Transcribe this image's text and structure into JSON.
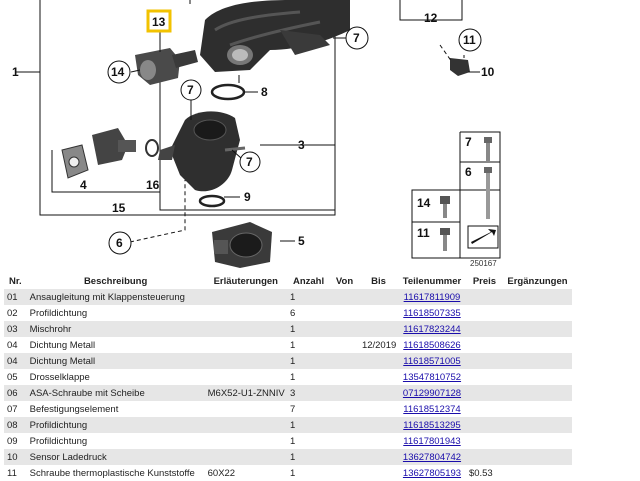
{
  "diagram": {
    "callouts": {
      "n1": "1",
      "n3": "3",
      "n4": "4",
      "n5": "5",
      "n6": "6",
      "n7a": "7",
      "n7b": "7",
      "n7c": "7",
      "n8": "8",
      "n9": "9",
      "n10": "10",
      "n11": "11",
      "n12": "12",
      "n13": "13",
      "n14": "14",
      "n15": "15",
      "n16": "16"
    },
    "bolts": {
      "b7": "7",
      "b6": "6",
      "b14": "14",
      "b11": "11"
    },
    "ref_number": "250167",
    "highlight_color": "#f2c200"
  },
  "table": {
    "headers": {
      "nr": "Nr.",
      "beschreibung": "Beschreibung",
      "erlaeuterungen": "Erläuterungen",
      "anzahl": "Anzahl",
      "von": "Von",
      "bis": "Bis",
      "teilenummer": "Teilenummer",
      "preis": "Preis",
      "ergaenzungen": "Ergänzungen"
    },
    "rows": [
      {
        "nr": "01",
        "beschreibung": "Ansaugleitung mit Klappensteuerung",
        "erlaeuterungen": "",
        "anzahl": "1",
        "von": "",
        "bis": "",
        "teilenummer": "11617811909",
        "preis": "",
        "ergaenzungen": ""
      },
      {
        "nr": "02",
        "beschreibung": "Profildichtung",
        "erlaeuterungen": "",
        "anzahl": "6",
        "von": "",
        "bis": "",
        "teilenummer": "11618507335",
        "preis": "",
        "ergaenzungen": ""
      },
      {
        "nr": "03",
        "beschreibung": "Mischrohr",
        "erlaeuterungen": "",
        "anzahl": "1",
        "von": "",
        "bis": "",
        "teilenummer": "11617823244",
        "preis": "",
        "ergaenzungen": ""
      },
      {
        "nr": "04",
        "beschreibung": "Dichtung Metall",
        "erlaeuterungen": "",
        "anzahl": "1",
        "von": "",
        "bis": "12/2019",
        "teilenummer": "11618508626",
        "preis": "",
        "ergaenzungen": ""
      },
      {
        "nr": "04",
        "beschreibung": "Dichtung Metall",
        "erlaeuterungen": "",
        "anzahl": "1",
        "von": "",
        "bis": "",
        "teilenummer": "11618571005",
        "preis": "",
        "ergaenzungen": ""
      },
      {
        "nr": "05",
        "beschreibung": "Drosselklappe",
        "erlaeuterungen": "",
        "anzahl": "1",
        "von": "",
        "bis": "",
        "teilenummer": "13547810752",
        "preis": "",
        "ergaenzungen": ""
      },
      {
        "nr": "06",
        "beschreibung": "ASA-Schraube mit Scheibe",
        "erlaeuterungen": "M6X52-U1-ZNNIV",
        "anzahl": "3",
        "von": "",
        "bis": "",
        "teilenummer": "07129907128",
        "preis": "",
        "ergaenzungen": ""
      },
      {
        "nr": "07",
        "beschreibung": "Befestigungselement",
        "erlaeuterungen": "",
        "anzahl": "7",
        "von": "",
        "bis": "",
        "teilenummer": "11618512374",
        "preis": "",
        "ergaenzungen": ""
      },
      {
        "nr": "08",
        "beschreibung": "Profildichtung",
        "erlaeuterungen": "",
        "anzahl": "1",
        "von": "",
        "bis": "",
        "teilenummer": "11618513295",
        "preis": "",
        "ergaenzungen": ""
      },
      {
        "nr": "09",
        "beschreibung": "Profildichtung",
        "erlaeuterungen": "",
        "anzahl": "1",
        "von": "",
        "bis": "",
        "teilenummer": "11617801943",
        "preis": "",
        "ergaenzungen": ""
      },
      {
        "nr": "10",
        "beschreibung": "Sensor Ladedruck",
        "erlaeuterungen": "",
        "anzahl": "1",
        "von": "",
        "bis": "",
        "teilenummer": "13627804742",
        "preis": "",
        "ergaenzungen": ""
      },
      {
        "nr": "11",
        "beschreibung": "Schraube thermoplastische Kunststoffe",
        "erlaeuterungen": "60X22",
        "anzahl": "1",
        "von": "",
        "bis": "",
        "teilenummer": "13627805193",
        "preis": "$0.53",
        "ergaenzungen": ""
      }
    ]
  }
}
